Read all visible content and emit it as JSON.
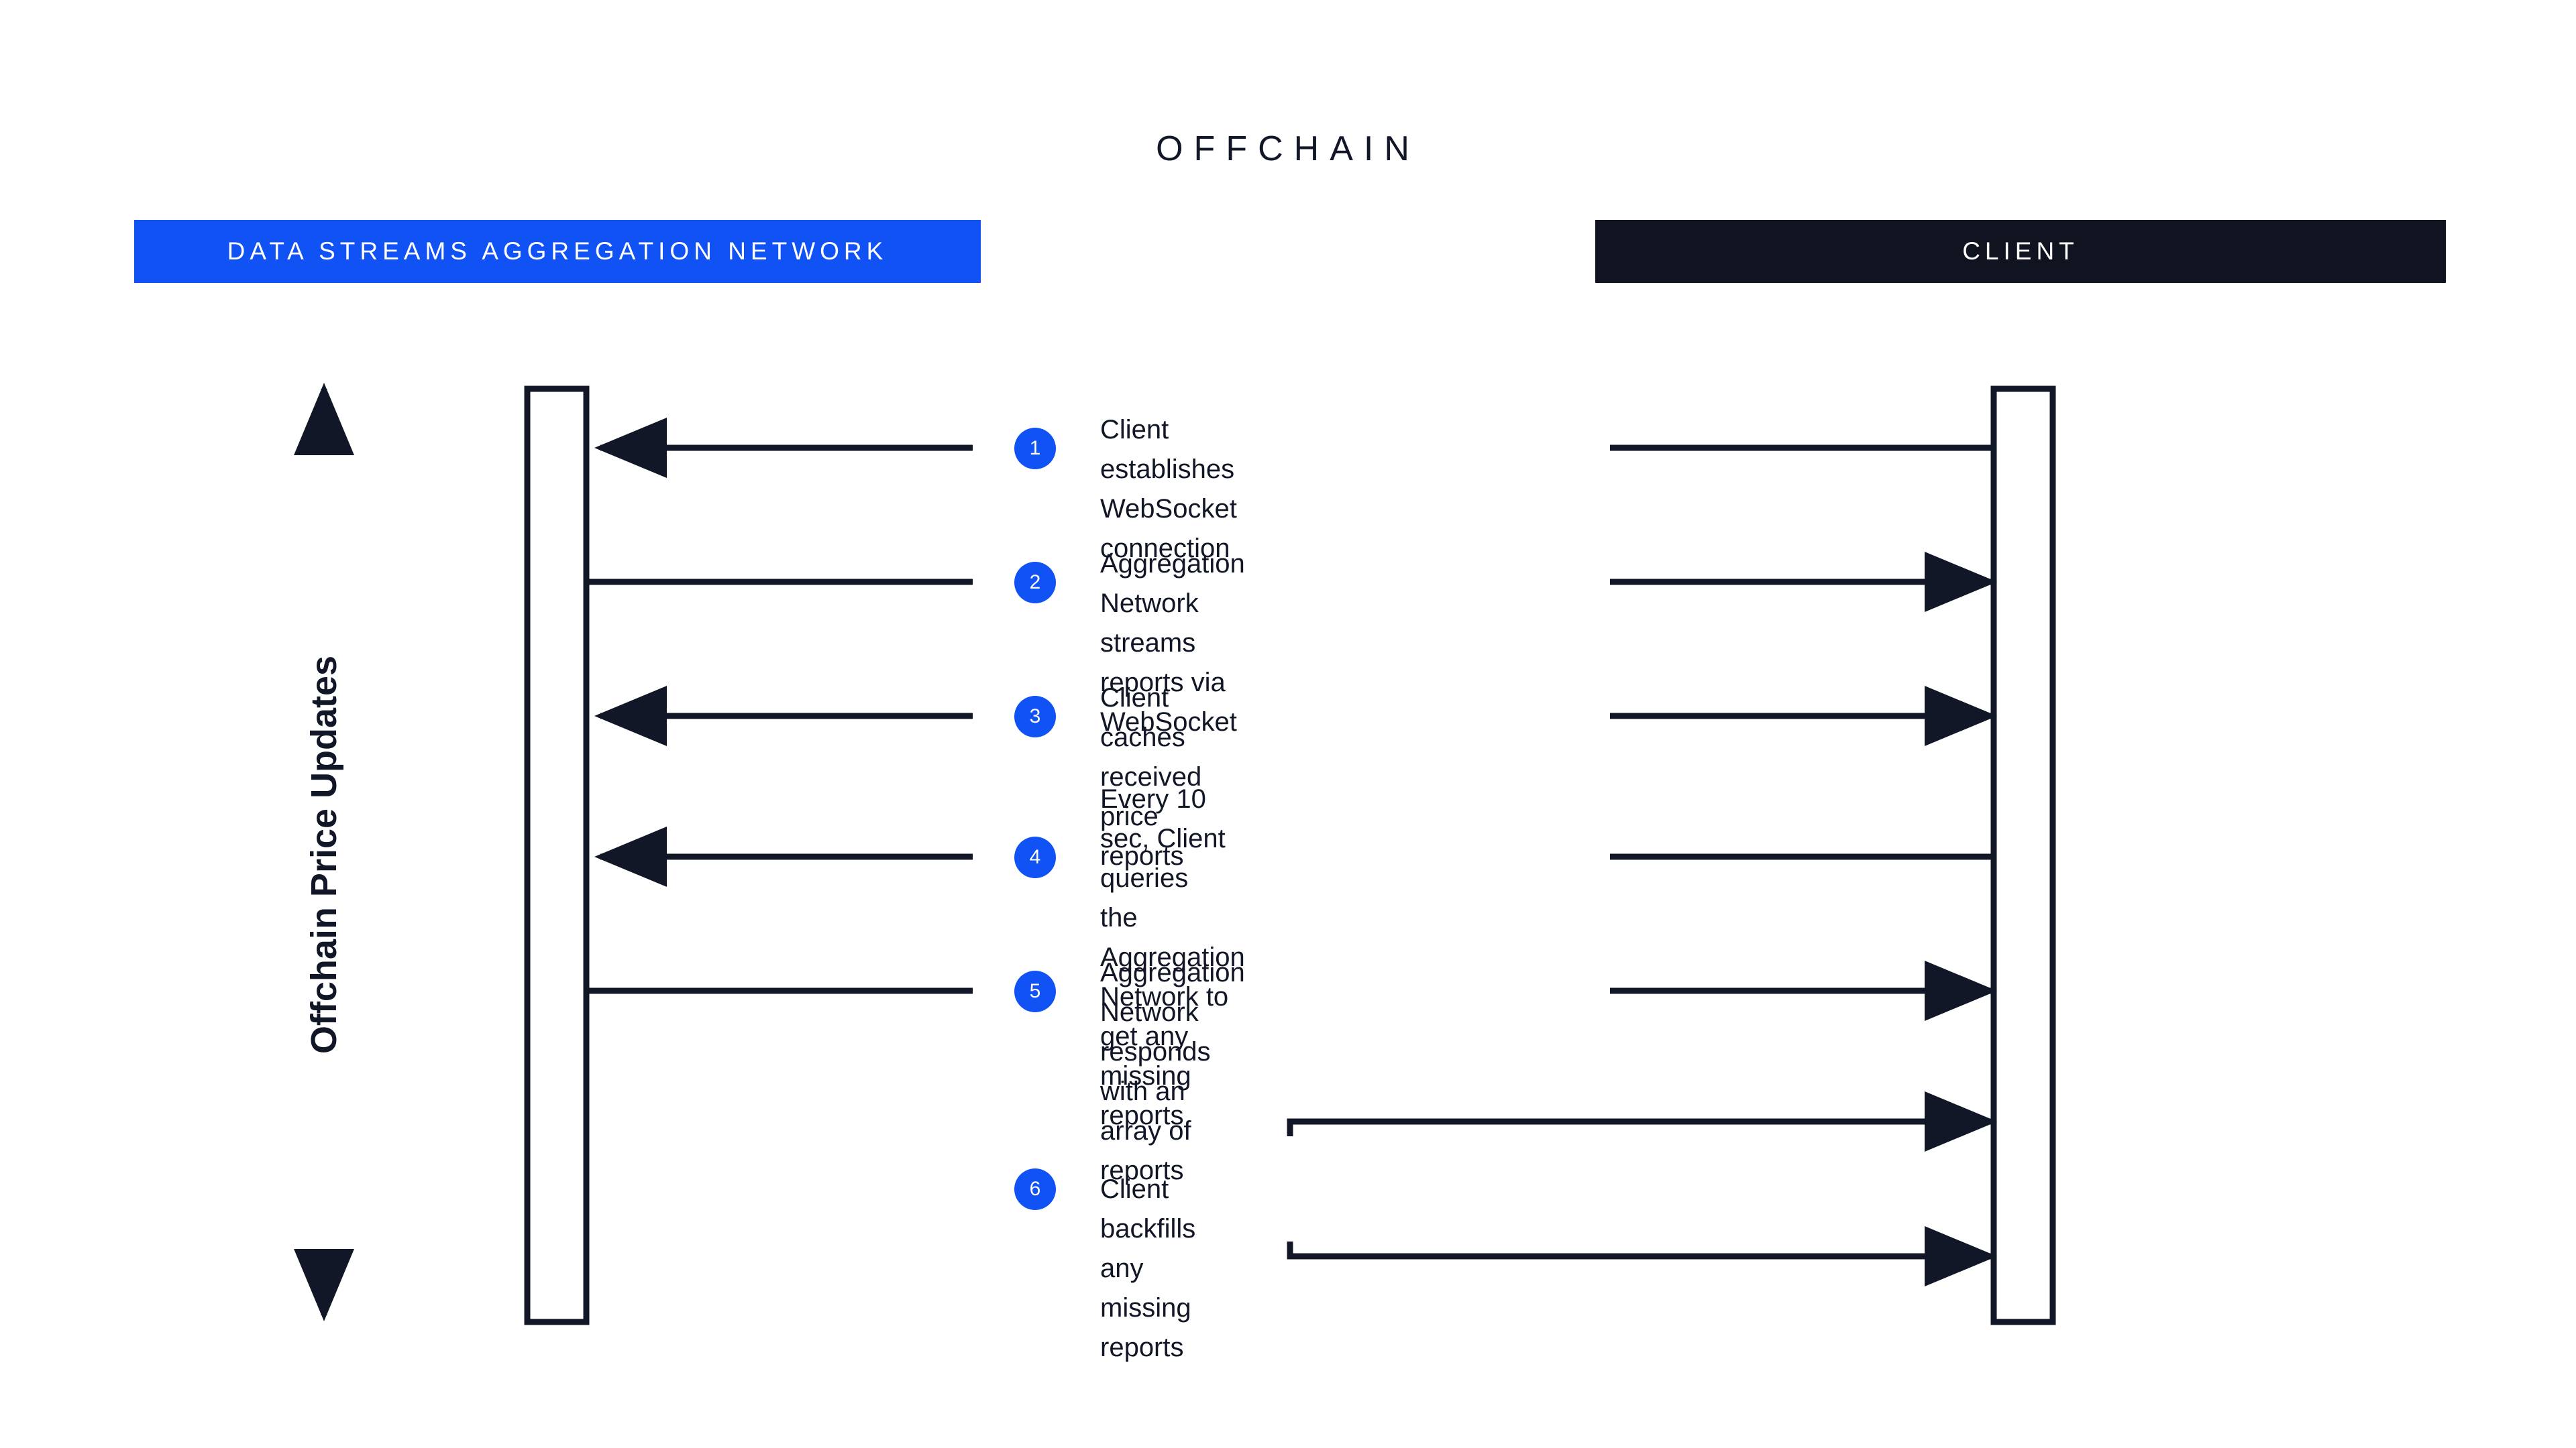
{
  "diagram": {
    "title": "OFFCHAIN",
    "axis_label": "Offchain Price Updates",
    "colors": {
      "accent_blue": "#1152F5",
      "dark_navy": "#0F1420",
      "text": "#111726",
      "background": "#FFFFFF"
    },
    "lanes": [
      {
        "id": "aggregation-network",
        "label": "DATA STREAMS AGGREGATION NETWORK",
        "header_bg": "#1152F5",
        "header_fg": "#FFFFFF"
      },
      {
        "id": "client",
        "label": "CLIENT",
        "header_bg": "#0F1420",
        "header_fg": "#FFFFFF"
      }
    ],
    "steps": [
      {
        "number": "1",
        "text": "Client establishes\nWebSocket connection"
      },
      {
        "number": "2",
        "text": "Aggregation Network streams\nreports via WebSocket"
      },
      {
        "number": "3",
        "text": "Client caches received\nprice reports"
      },
      {
        "number": "4",
        "text": "Every 10 sec, Client queries\nthe Aggregation Network to\nget any missing reports"
      },
      {
        "number": "5",
        "text": "Aggregation Network responds\nwith an array of reports"
      },
      {
        "number": "6",
        "text": "Client backfills any missing reports"
      }
    ]
  }
}
